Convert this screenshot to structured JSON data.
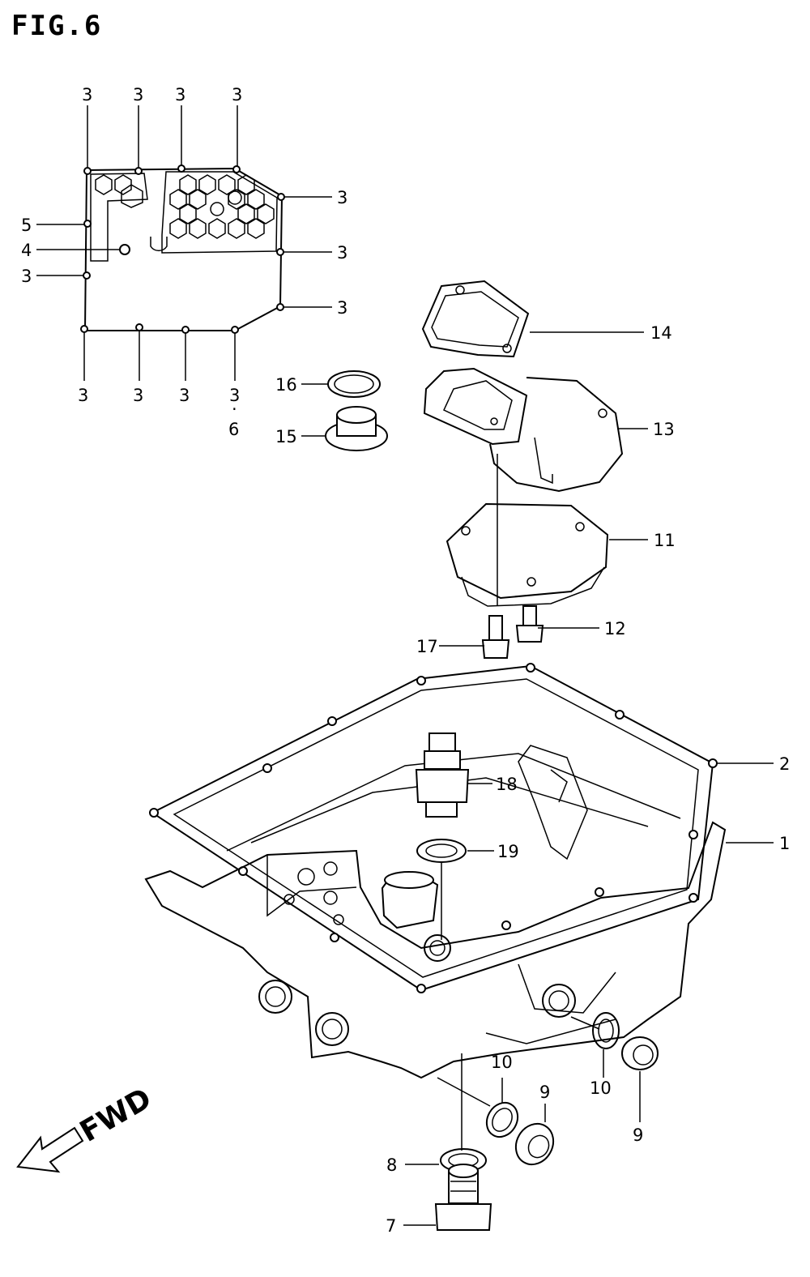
{
  "figure": {
    "title": "FIG.6",
    "fwd_label": "FWD"
  },
  "callouts": {
    "c1": "1",
    "c2": "2",
    "c3_t1": "3",
    "c3_t2": "3",
    "c3_t3": "3",
    "c3_t4": "3",
    "c3_r1": "3",
    "c3_r2": "3",
    "c3_r3": "3",
    "c3_l1": "3",
    "c3_b1": "3",
    "c3_b2": "3",
    "c3_b3": "3",
    "c3_b4": "3",
    "c4": "4",
    "c5": "5",
    "c6_dot": "·",
    "c6": "6",
    "c7": "7",
    "c8": "8",
    "c9a": "9",
    "c9b": "9",
    "c10a": "10",
    "c10b": "10",
    "c11": "11",
    "c12": "12",
    "c13": "13",
    "c14": "14",
    "c15": "15",
    "c16": "16",
    "c17": "17",
    "c18": "18",
    "c19": "19"
  }
}
